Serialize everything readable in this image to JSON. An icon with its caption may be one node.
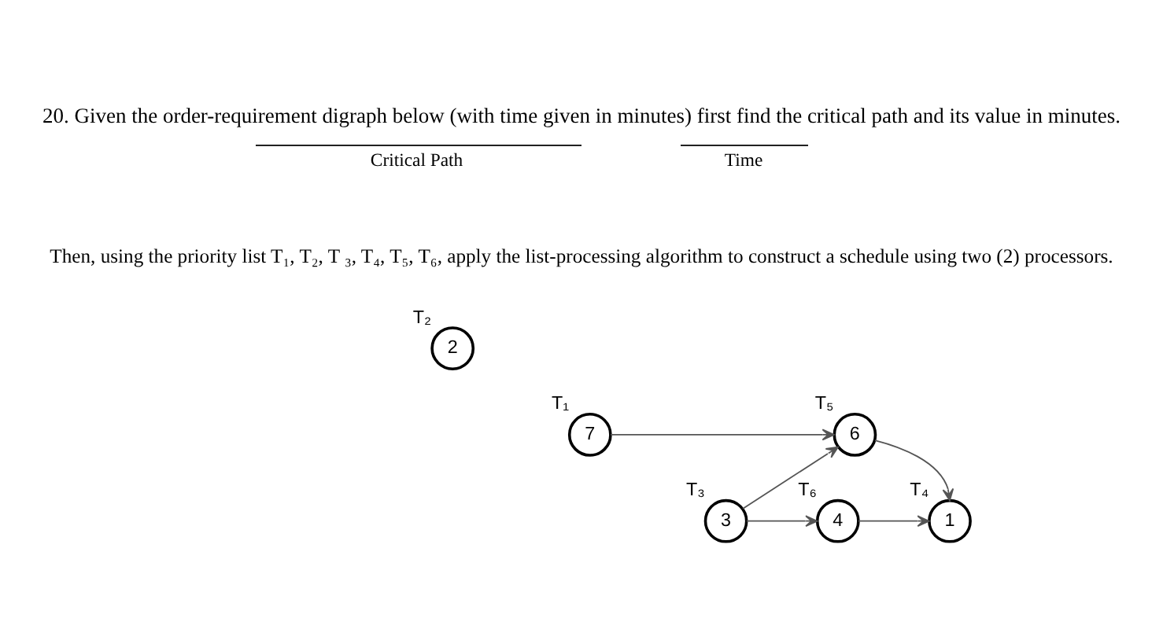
{
  "diagram": {
    "title": "20. Given the order-requirement digraph below (with time given in minutes) first find the critical path and its value in minutes.",
    "nodes": [
      {
        "text": [
          "2"
        ],
        "beside": [
          "T₂"
        ]
      },
      {
        "text": [
          "7"
        ],
        "beside": [
          "T₁"
        ]
      },
      {
        "text": [
          "6"
        ],
        "beside": [
          "T₅"
        ]
      },
      {
        "text": [
          "3"
        ],
        "beside": [
          "T₃"
        ]
      },
      {
        "text": [
          "4"
        ],
        "beside": [
          "T₆"
        ]
      },
      {
        "text": [
          "1"
        ],
        "beside": [
          "T₄"
        ]
      }
    ],
    "edges": [
      {
        "from": 1,
        "to": 2,
        "arrow": "to"
      },
      {
        "from": 3,
        "to": 2,
        "arrow": "to"
      },
      {
        "from": 2,
        "to": 5,
        "arrow": "to"
      },
      {
        "from": 3,
        "to": 4,
        "arrow": "to"
      },
      {
        "from": 4,
        "to": 5,
        "arrow": "to"
      }
    ],
    "labels": [
      "Critical Path",
      "Time",
      "Then, using the priority list T₁, T₂, T ₃, T₄, T₅, T₆, apply the list-processing algorithm to construct a schedule using two (2) processors."
    ]
  }
}
